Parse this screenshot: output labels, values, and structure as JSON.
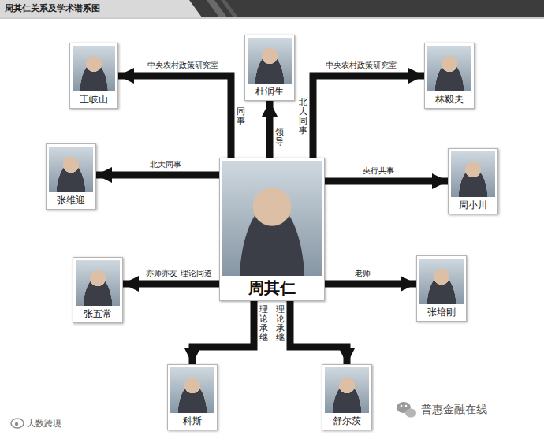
{
  "diagram": {
    "title": "周其仁关系及学术谱系图",
    "nodes": [
      {
        "text": [
          "王岐山"
        ]
      },
      {
        "text": [
          "杜润生"
        ]
      },
      {
        "text": [
          "林毅夫"
        ]
      },
      {
        "text": [
          "张维迎"
        ]
      },
      {
        "text": [
          "周其仁"
        ]
      },
      {
        "text": [
          "周小川"
        ]
      },
      {
        "text": [
          "张五常"
        ]
      },
      {
        "text": [
          "张培刚"
        ]
      },
      {
        "text": [
          "科斯"
        ]
      },
      {
        "text": [
          "舒尔茨"
        ]
      }
    ],
    "edges": [
      {
        "from": 4,
        "to": 0,
        "arrow": "to",
        "label": "中央农村政策研究室"
      },
      {
        "from": 4,
        "to": 1,
        "arrow": "to",
        "label": "领导"
      },
      {
        "from": 4,
        "to": 2,
        "arrow": "to",
        "label": "中央农村政策研究室"
      },
      {
        "from": 4,
        "to": 3,
        "arrow": "to",
        "label": "北大同事"
      },
      {
        "from": 4,
        "to": 5,
        "arrow": "to",
        "label": "央行共事"
      },
      {
        "from": 4,
        "to": 6,
        "arrow": "to",
        "label": "亦师亦友 理论同道"
      },
      {
        "from": 4,
        "to": 7,
        "arrow": "to",
        "label": "老师"
      },
      {
        "from": 4,
        "to": 8,
        "arrow": "to",
        "label": "理论承继"
      },
      {
        "from": 4,
        "to": 9,
        "arrow": "to",
        "label": "理论承继"
      }
    ],
    "labels": [
      "同事",
      "北大同事",
      "大数跨境",
      "普惠金融在线"
    ]
  }
}
